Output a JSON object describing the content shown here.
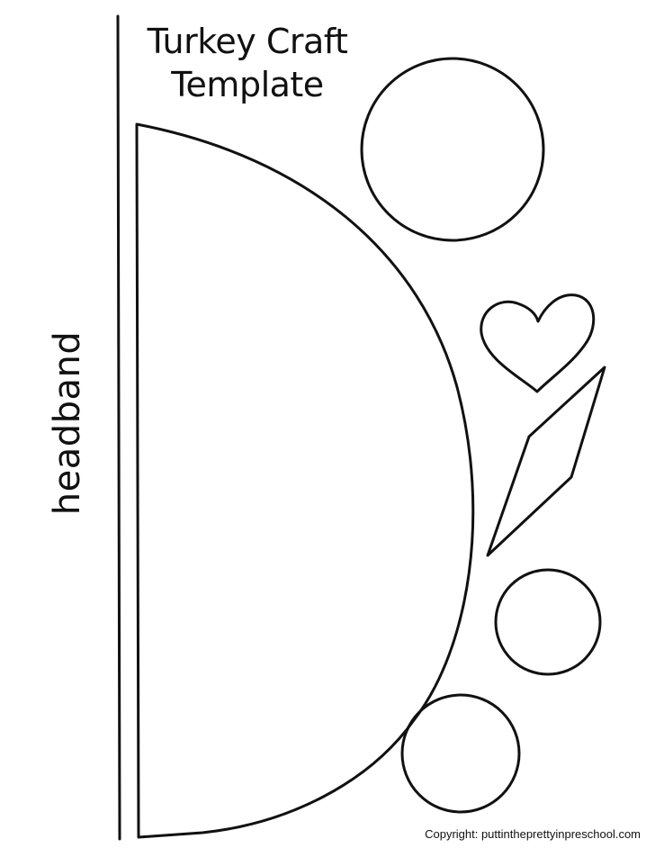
{
  "title": {
    "line1": "Turkey Craft",
    "line2": "Template"
  },
  "side_label": "headband",
  "copyright": "Copyright:  puttintheprettyinpreschool.com",
  "colors": {
    "ink": "#111111",
    "paper": "#ffffff"
  }
}
